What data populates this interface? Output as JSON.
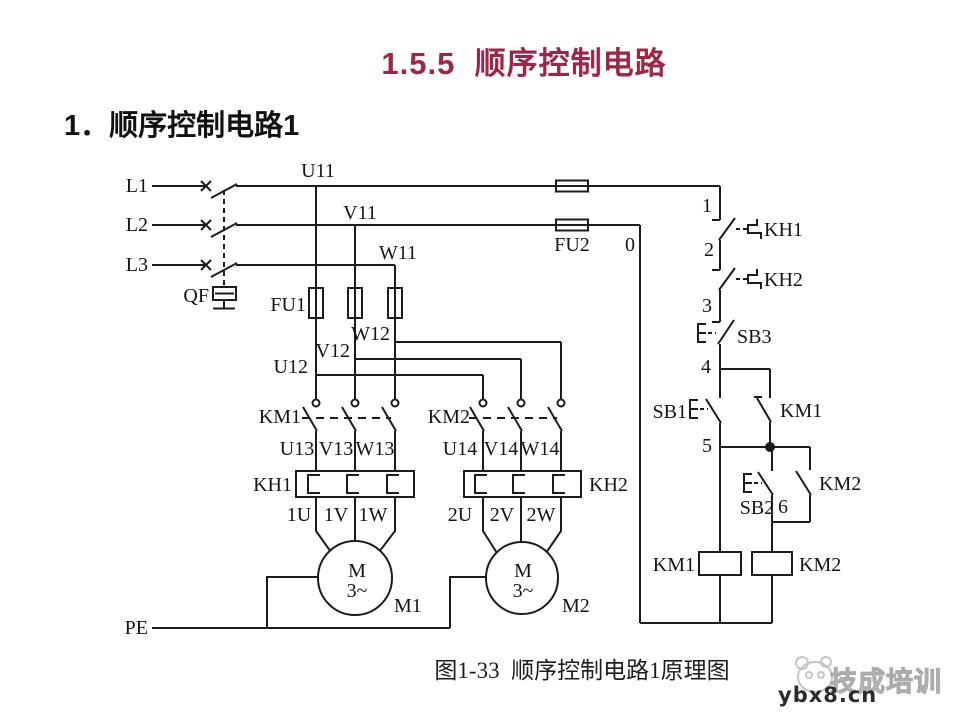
{
  "slide": {
    "title": "1.5.5  顺序控制电路",
    "subtitle": "1．顺序控制电路1",
    "caption": "图1-33  顺序控制电路1原理图"
  },
  "watermark": {
    "brand": "技成培训",
    "site": "ybx8.cn"
  },
  "colors": {
    "title": "#9e2543",
    "ink": "#1c1c1c"
  },
  "circuit": {
    "supply": {
      "l1": "L1",
      "l2": "L2",
      "l3": "L3",
      "pe": "PE"
    },
    "breaker": {
      "qf": "QF"
    },
    "fuses": {
      "fu1": "FU1",
      "fu2": "FU2"
    },
    "wires": {
      "u11": "U11",
      "v11": "V11",
      "w11": "W11",
      "u12": "U12",
      "v12": "V12",
      "w12": "W12",
      "u13": "U13",
      "v13": "V13",
      "w13": "W13",
      "u14": "U14",
      "v14": "V14",
      "w14": "W14",
      "m1u": "1U",
      "m1v": "1V",
      "m1w": "1W",
      "m2u": "2U",
      "m2v": "2V",
      "m2w": "2W"
    },
    "contactors": {
      "km1_main": "KM1",
      "km2_main": "KM2",
      "km1_aux": "KM1",
      "km2_aux": "KM2",
      "km1_coil": "KM1",
      "km2_coil": "KM2"
    },
    "relays": {
      "kh1_heater": "KH1",
      "kh2_heater": "KH2",
      "kh1_contact": "KH1",
      "kh2_contact": "KH2"
    },
    "buttons": {
      "sb1": "SB1",
      "sb2": "SB2",
      "sb3": "SB3"
    },
    "motors": {
      "m_label": "M",
      "m_phase": "3~",
      "m1": "M1",
      "m2": "M2"
    },
    "nodes": {
      "zero": "0",
      "n1": "1",
      "n2": "2",
      "n3": "3",
      "n4": "4",
      "n5": "5",
      "n6": "6"
    }
  }
}
